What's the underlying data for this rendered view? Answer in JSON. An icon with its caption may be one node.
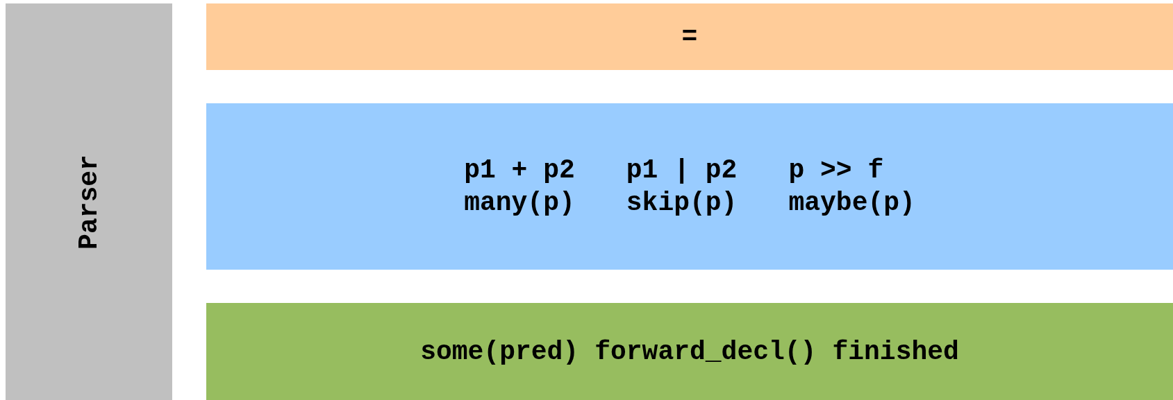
{
  "diagram": {
    "nodes": [
      {
        "text": [
          "Parser"
        ]
      },
      {
        "text": [
          "="
        ]
      },
      {
        "text": [
          "p1 + p2",
          "p1 | p2",
          "p >> f",
          "many(p)",
          "skip(p)",
          "maybe(p)"
        ]
      },
      {
        "text": [
          "some(pred)",
          "forward_decl()",
          "finished"
        ]
      }
    ]
  }
}
